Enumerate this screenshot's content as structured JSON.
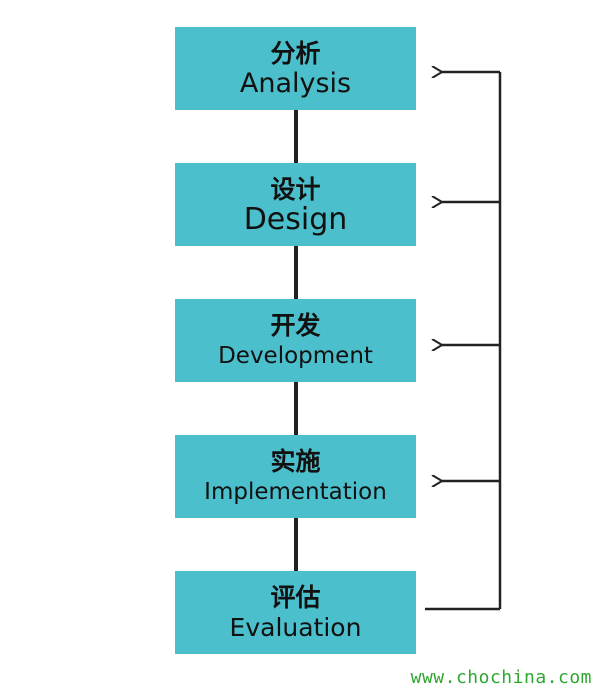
{
  "stages": [
    {
      "cn": "分析",
      "en": "Analysis"
    },
    {
      "cn": "设计",
      "en": "Design"
    },
    {
      "cn": "开发",
      "en": "Development"
    },
    {
      "cn": "实施",
      "en": "Implementation"
    },
    {
      "cn": "评估",
      "en": "Evaluation"
    }
  ],
  "watermark": "www.chochina.com",
  "colors": {
    "box_fill": "#4bbfcb",
    "line": "#222222",
    "watermark": "#2fa82f"
  }
}
